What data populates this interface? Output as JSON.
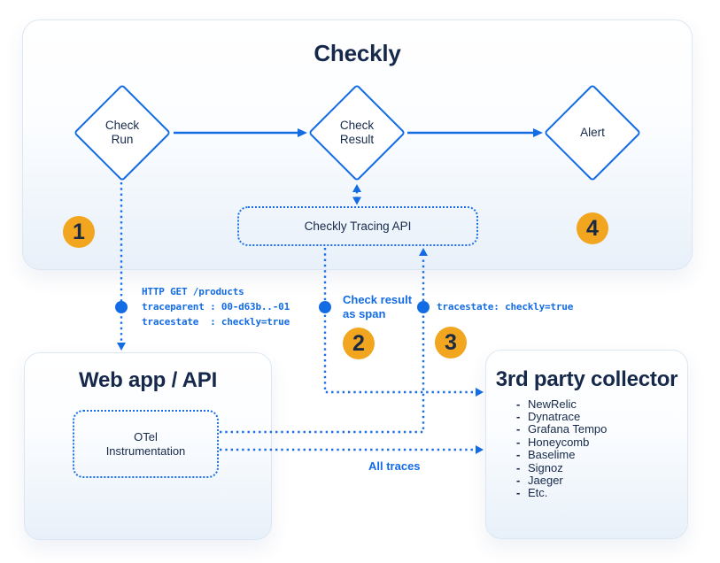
{
  "colors": {
    "blue": "#146CE4",
    "navy": "#16294B",
    "orange": "#F2A51F",
    "panel_border": "#DDE7F3",
    "panel_fill_bottom": "#E8F0F9"
  },
  "checkly_box": {
    "title": "Checkly",
    "nodes": {
      "check_run": "Check\nRun",
      "check_result": "Check\nResult",
      "alert": "Alert"
    },
    "tracing_api": "Checkly Tracing API"
  },
  "steps": {
    "s1": "1",
    "s2": "2",
    "s3": "3",
    "s4": "4"
  },
  "annotations": {
    "http_request": "HTTP GET /products\ntraceparent : 00-d63b..-01\ntracestate  : checkly=true",
    "check_result_span": "Check result\nas span",
    "tracestate": "tracestate: checkly=true",
    "all_traces": "All traces"
  },
  "web_app_box": {
    "title": "Web app / API",
    "otel": "OTel\nInstrumentation"
  },
  "collector_box": {
    "title": "3rd party collector",
    "bullet": "-",
    "items": [
      "NewRelic",
      "Dynatrace",
      "Grafana Tempo",
      "Honeycomb",
      "Baselime",
      "Signoz",
      "Jaeger",
      "Etc."
    ]
  }
}
